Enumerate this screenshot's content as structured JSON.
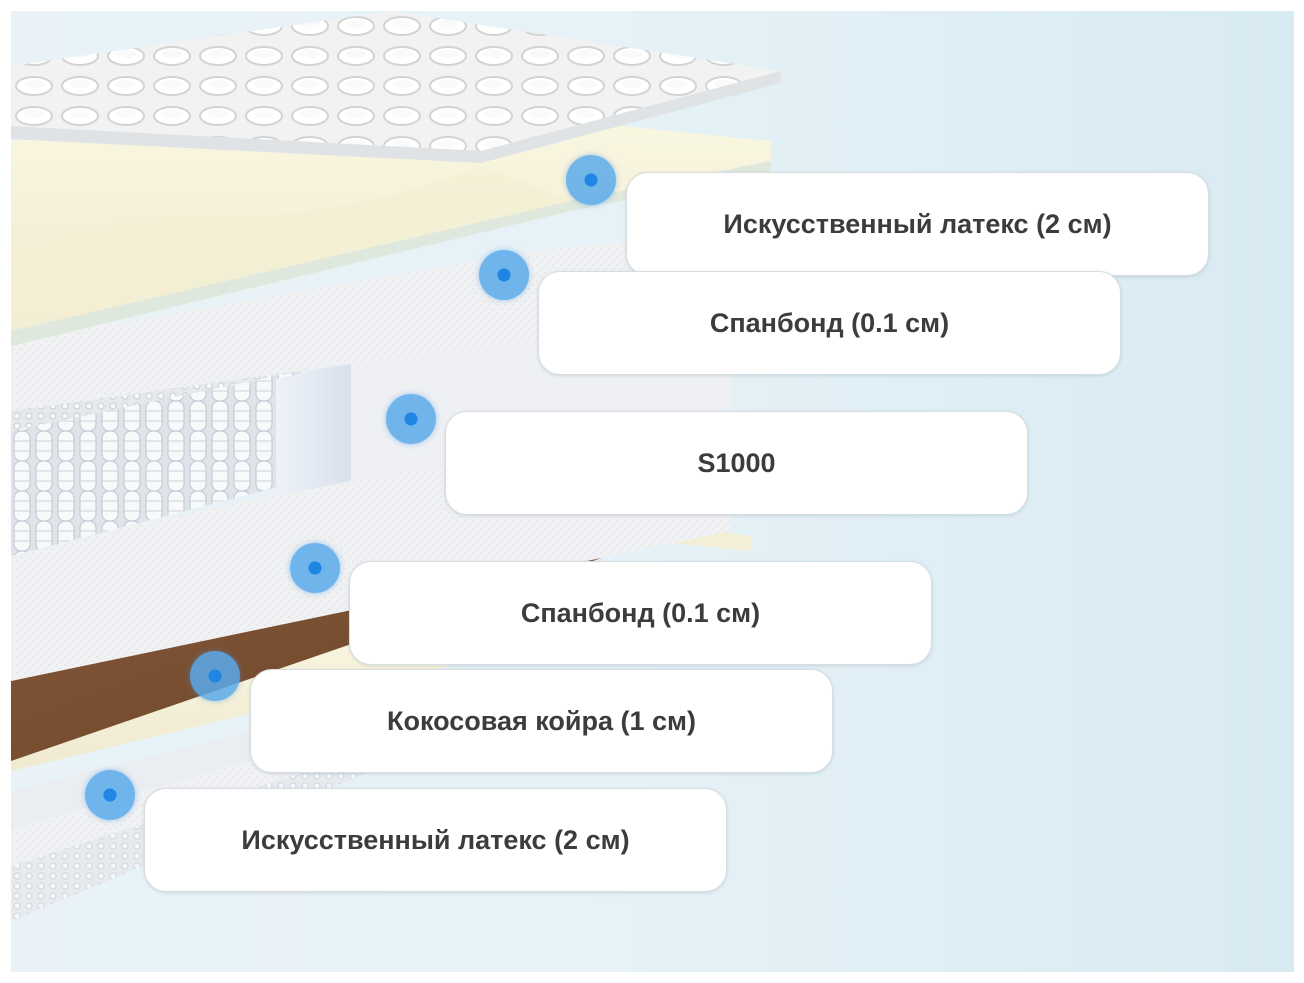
{
  "layers": [
    {
      "label": "Искусственный латекс (2 см)"
    },
    {
      "label": "Спанбонд (0.1 см)"
    },
    {
      "label": "S1000"
    },
    {
      "label": "Спанбонд (0.1 см)"
    },
    {
      "label": "Кокосовая койра (1 см)"
    },
    {
      "label": "Искусственный латекс (2 см)"
    }
  ],
  "colors": {
    "marker": "#2d8fe6",
    "coir": "#7a5030",
    "latex": "#f6f2d6",
    "label_text": "#3c3c3c"
  }
}
